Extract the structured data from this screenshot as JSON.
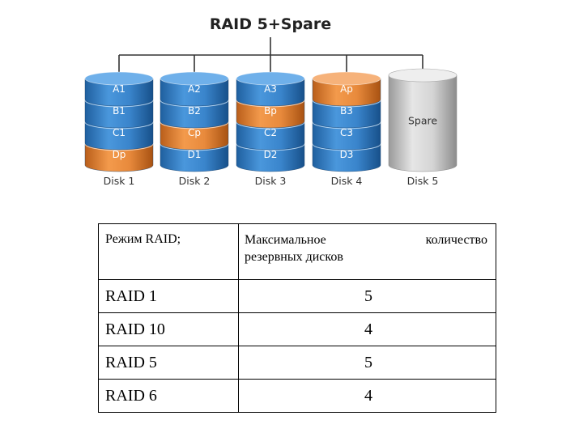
{
  "diagram": {
    "title": "RAID 5+Spare",
    "colors": {
      "data_block": "#3a85cc",
      "parity_block": "#e88a3c",
      "spare_disk": "#d4d4d4",
      "connector": "#333333"
    },
    "disks": [
      {
        "label": "Disk 1",
        "blocks": [
          {
            "text": "A1",
            "kind": "data"
          },
          {
            "text": "B1",
            "kind": "data"
          },
          {
            "text": "C1",
            "kind": "data"
          },
          {
            "text": "Dp",
            "kind": "parity"
          }
        ]
      },
      {
        "label": "Disk 2",
        "blocks": [
          {
            "text": "A2",
            "kind": "data"
          },
          {
            "text": "B2",
            "kind": "data"
          },
          {
            "text": "Cp",
            "kind": "parity"
          },
          {
            "text": "D1",
            "kind": "data"
          }
        ]
      },
      {
        "label": "Disk 3",
        "blocks": [
          {
            "text": "A3",
            "kind": "data"
          },
          {
            "text": "Bp",
            "kind": "parity"
          },
          {
            "text": "C2",
            "kind": "data"
          },
          {
            "text": "D2",
            "kind": "data"
          }
        ]
      },
      {
        "label": "Disk 4",
        "blocks": [
          {
            "text": "Ap",
            "kind": "parity"
          },
          {
            "text": "B3",
            "kind": "data"
          },
          {
            "text": "C3",
            "kind": "data"
          },
          {
            "text": "D3",
            "kind": "data"
          }
        ]
      },
      {
        "label": "Disk 5",
        "spare_text": "Spare"
      }
    ]
  },
  "table": {
    "header": {
      "col1": "Режим RAID;",
      "col2_word1": "Максимальное",
      "col2_word2": "количество",
      "col2_line2": "резервных дисков"
    },
    "rows": [
      {
        "mode": "RAID 1",
        "max_spares": "5"
      },
      {
        "mode": "RAID 10",
        "max_spares": "4"
      },
      {
        "mode": "RAID 5",
        "max_spares": "5"
      },
      {
        "mode": "RAID 6",
        "max_spares": "4"
      }
    ]
  }
}
